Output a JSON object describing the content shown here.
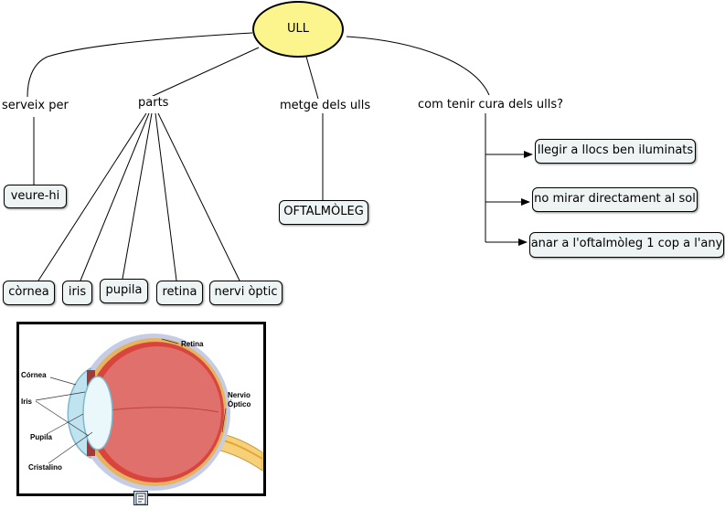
{
  "map": {
    "root": "ULL",
    "links": {
      "serveix": "serveix per",
      "parts": "parts",
      "metge": "metge dels ulls",
      "cura": "com tenir cura dels ulls?"
    },
    "nodes": {
      "veure": "veure-hi",
      "cornea": "còrnea",
      "iris": "iris",
      "pupila": "pupila",
      "retina": "retina",
      "nervi": "nervi òptic",
      "oftalmoleg": "OFTALMÒLEG",
      "llegir": "llegir a llocs ben iluminats",
      "mirar": "no mirar directament al sol",
      "anar": "anar a l'oftalmòleg 1 cop a l'any"
    }
  },
  "illustration": {
    "labels": {
      "retina": "Retina",
      "cornea": "Córnea",
      "iris": "Iris",
      "pupila": "Pupila",
      "cristalino": "Cristalino",
      "nervio": "Nervio",
      "optico": "Óptico"
    }
  },
  "icons": {
    "attachment": "document-icon"
  },
  "colors": {
    "root_fill": "#fcf58e",
    "node_fill": "#eef3f3"
  }
}
